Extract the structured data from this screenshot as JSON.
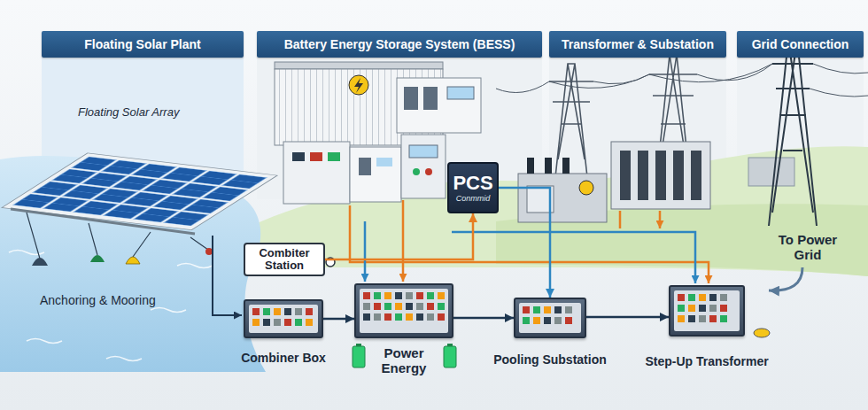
{
  "diagram": {
    "nodes": [
      {
        "text": [
          "Floating Solar Plant"
        ]
      },
      {
        "text": [
          "Battery Energy Storage System (BESS)"
        ]
      },
      {
        "text": [
          "Transformer & Substation"
        ]
      },
      {
        "text": [
          "Grid Connection"
        ]
      },
      {
        "text": [
          "PCS",
          "Conmmid"
        ]
      },
      {
        "text": [
          "Combiter Station"
        ]
      },
      {
        "text": [
          "Combiner Box"
        ]
      },
      {
        "text": [
          "Power Energy"
        ]
      },
      {
        "text": [
          "Pooling Substation"
        ]
      },
      {
        "text": [
          "Step-Up Transformer"
        ]
      }
    ],
    "edges": [
      {
        "from": 5,
        "to": 4,
        "arrow": "to"
      },
      {
        "from": 6,
        "to": 7,
        "arrow": "to"
      },
      {
        "from": 7,
        "to": 8,
        "arrow": "to"
      },
      {
        "from": 8,
        "to": 9,
        "arrow": "to"
      },
      {
        "from": 4,
        "to": 8,
        "arrow": "to"
      }
    ],
    "labels": [
      "Floating Solar Array",
      "Anchoring & Mooring",
      "To Power Grid"
    ]
  }
}
